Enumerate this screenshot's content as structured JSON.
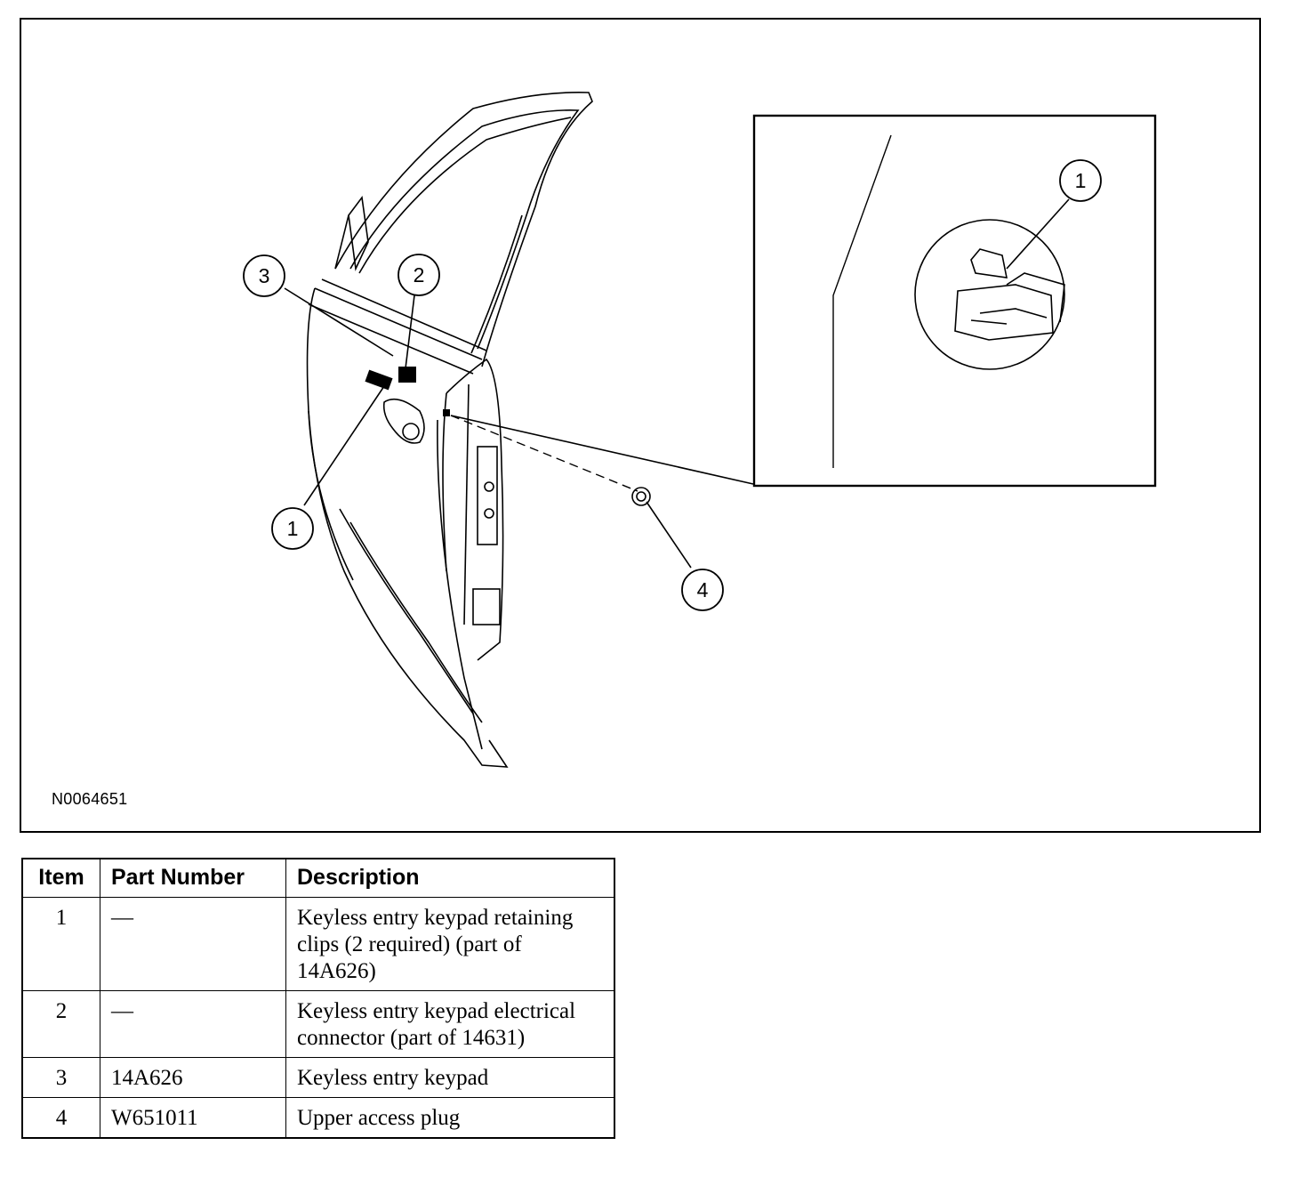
{
  "figure": {
    "id_label": "N0064651",
    "callouts": [
      {
        "num": "1"
      },
      {
        "num": "2"
      },
      {
        "num": "3"
      },
      {
        "num": "4"
      },
      {
        "num": "1"
      }
    ]
  },
  "table": {
    "headers": {
      "item": "Item",
      "part_number": "Part Number",
      "description": "Description"
    },
    "rows": [
      {
        "item": "1",
        "part_number": "—",
        "description": "Keyless entry keypad retaining clips (2 required) (part of 14A626)"
      },
      {
        "item": "2",
        "part_number": "—",
        "description": "Keyless entry keypad electrical connector (part of 14631)"
      },
      {
        "item": "3",
        "part_number": "14A626",
        "description": "Keyless entry keypad"
      },
      {
        "item": "4",
        "part_number": "W651011",
        "description": "Upper access plug"
      }
    ]
  }
}
